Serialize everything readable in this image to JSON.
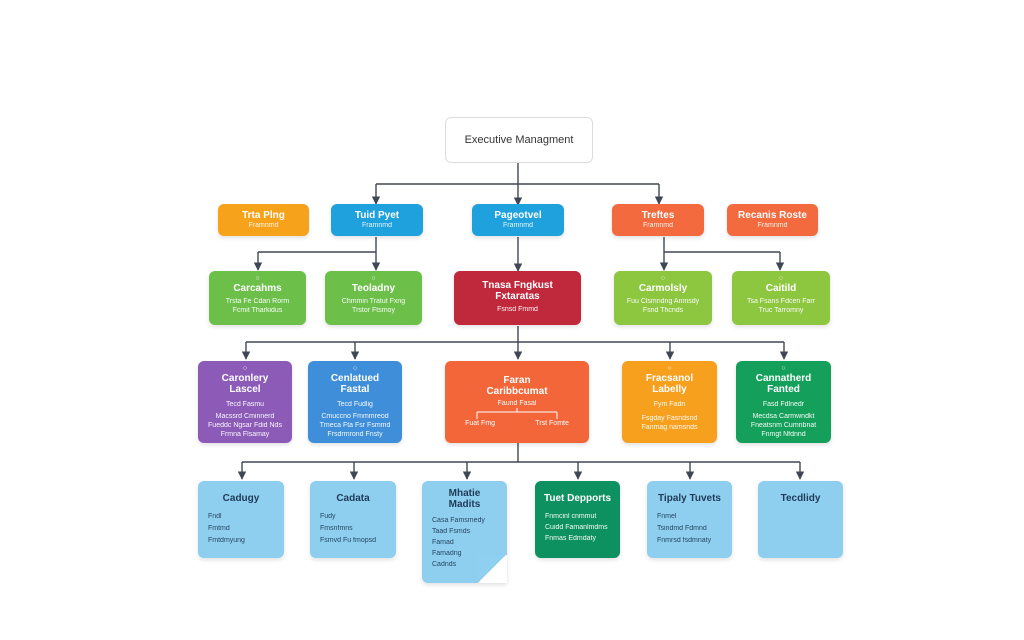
{
  "colors": {
    "connector": "#404654",
    "exec_border": "#dcdcdc",
    "orange": "#f7a21b",
    "blue": "#1ea1dc",
    "red_orange": "#f26a3d",
    "green_light": "#6cc04a",
    "green_lime": "#8dc63f",
    "crimson": "#c0283c",
    "purple": "#8c5bb8",
    "mid_blue": "#3e8ed9",
    "orange_red": "#f2663a",
    "amber": "#f7a01e",
    "emerald": "#14a05a",
    "light_blue": "#8ecff0",
    "teal_dark": "#0e9160"
  },
  "root": {
    "label": "Executive Managment"
  },
  "level1": [
    {
      "title": "Trta Plng",
      "sub": "Framnmd"
    },
    {
      "title": "Tuid Pyet",
      "sub": "Framnmd"
    },
    {
      "title": "Pageotvel",
      "sub": "Framnmd"
    },
    {
      "title": "Treftes",
      "sub": "Framnmd"
    },
    {
      "title": "Recanis Roste",
      "sub": "Framnmd"
    }
  ],
  "level2": [
    {
      "title": "Carcahms",
      "lines": [
        "Trsta Fe Cdan Rorm",
        "Fcmit Tharkidus"
      ]
    },
    {
      "title": "Teoladny",
      "lines": [
        "Chmmin Tratut Fxng",
        "Trstor Ftsmoy"
      ]
    },
    {
      "title": "Tnasa Fngkust Fxtaratas",
      "lines": [
        "Fsnsd Fmmd"
      ]
    },
    {
      "title": "Carmolsly",
      "lines": [
        "Fuu Clsmndng Anmsdy",
        "Fsnd Thcnds"
      ]
    },
    {
      "title": "Caitild",
      "lines": [
        "Tsa Fsans Fdcen Farr",
        "Truc Tarromny"
      ]
    }
  ],
  "level3": [
    {
      "title": "Caronlery Lascel",
      "lines": [
        "Tecd Fasmu",
        "Macssrd Cminnerd",
        "Fueddc Ngsar Fdid Nds",
        "Frmna Flsamay"
      ]
    },
    {
      "title": "Cenlatued Fastal",
      "lines": [
        "Tecd Fudlig",
        "Cmuccno Fmmmreod",
        "Tmeca Fta Fsr Fsmmd",
        "Frsdrmrond Fnsty"
      ]
    },
    {
      "title": "Faran Caribbcumat",
      "sub": "Faund Fasal",
      "left": "Fuat Fmg",
      "right": "Trst Fomte"
    },
    {
      "title": "Fracsanol Labelly",
      "lines": [
        "Fym Fadn",
        "Fsgday Fasndsnd",
        "Fanmag namsnds"
      ]
    },
    {
      "title": "Cannatherd Fanted",
      "lines": [
        "Fasd Fdlnedr",
        "Mecdsa Carmwndkt",
        "Fneatsnm Cumnbnat",
        "Fnmgt Nfdnnd"
      ]
    }
  ],
  "level4": [
    {
      "title": "Cadugy",
      "lines": [
        "Fndl",
        "Fmtmd",
        "Fmtdmyung"
      ]
    },
    {
      "title": "Cadata",
      "lines": [
        "Fudy",
        "Fmsnfmns",
        "Fsmvd Fu fmopsd"
      ]
    },
    {
      "title": "Mhatie Madits",
      "lines": [
        "Casa Famsmedy",
        "Taad Fsmds",
        "Famad",
        "Famadng",
        "Cadnds"
      ]
    },
    {
      "title": "Tuet Depports",
      "lines": [
        "Fnmcinl cnmmut",
        "Cuidd Famanlmdms",
        "Fnmas Edmdaty"
      ]
    },
    {
      "title": "Tipaly Tuvets",
      "lines": [
        "Fnmel",
        "Tsindmd Fdmnd",
        "Fnmrsd fsdmnaty"
      ]
    },
    {
      "title": "Tecdlidy",
      "lines": []
    }
  ]
}
